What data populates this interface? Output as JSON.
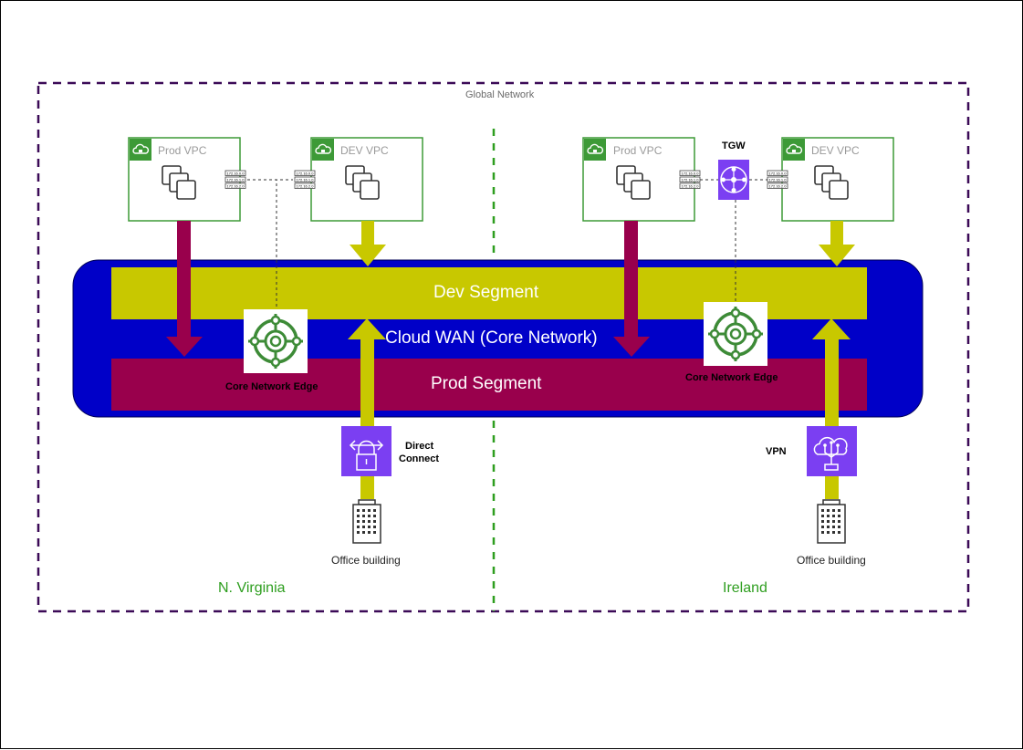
{
  "global_network": {
    "label": "Global Network"
  },
  "regions": [
    {
      "name": "N. Virginia"
    },
    {
      "name": "Ireland"
    }
  ],
  "vpcs": {
    "prod_left": {
      "label": "Prod VPC"
    },
    "dev_left": {
      "label": "DEV VPC"
    },
    "prod_right": {
      "label": "Prod VPC"
    },
    "dev_right": {
      "label": "DEV VPC"
    }
  },
  "route_table_entries": [
    "172.16.0.0",
    "172.16.1.0",
    "172.16.2.0"
  ],
  "core_network": {
    "label": "Cloud WAN (Core Network)",
    "dev_segment": "Dev Segment",
    "prod_segment": "Prod Segment",
    "edge_left": "Core Network Edge",
    "edge_right": "Core Network Edge"
  },
  "tgw": {
    "label": "TGW"
  },
  "direct_connect": {
    "label_line1": "Direct",
    "label_line2": "Connect"
  },
  "vpn": {
    "label": "VPN"
  },
  "offices": [
    {
      "label": "Office building"
    },
    {
      "label": "Office building"
    }
  ],
  "colors": {
    "global_border": "#3b0a57",
    "region_divider": "#2e9e1f",
    "vpc_border": "#3d9a37",
    "core_network_bg": "#0000c8",
    "dev_segment": "#c8c800",
    "prod_segment": "#99004c",
    "purple_icon": "#7b3ff2",
    "edge_icon": "#3d8b37"
  }
}
